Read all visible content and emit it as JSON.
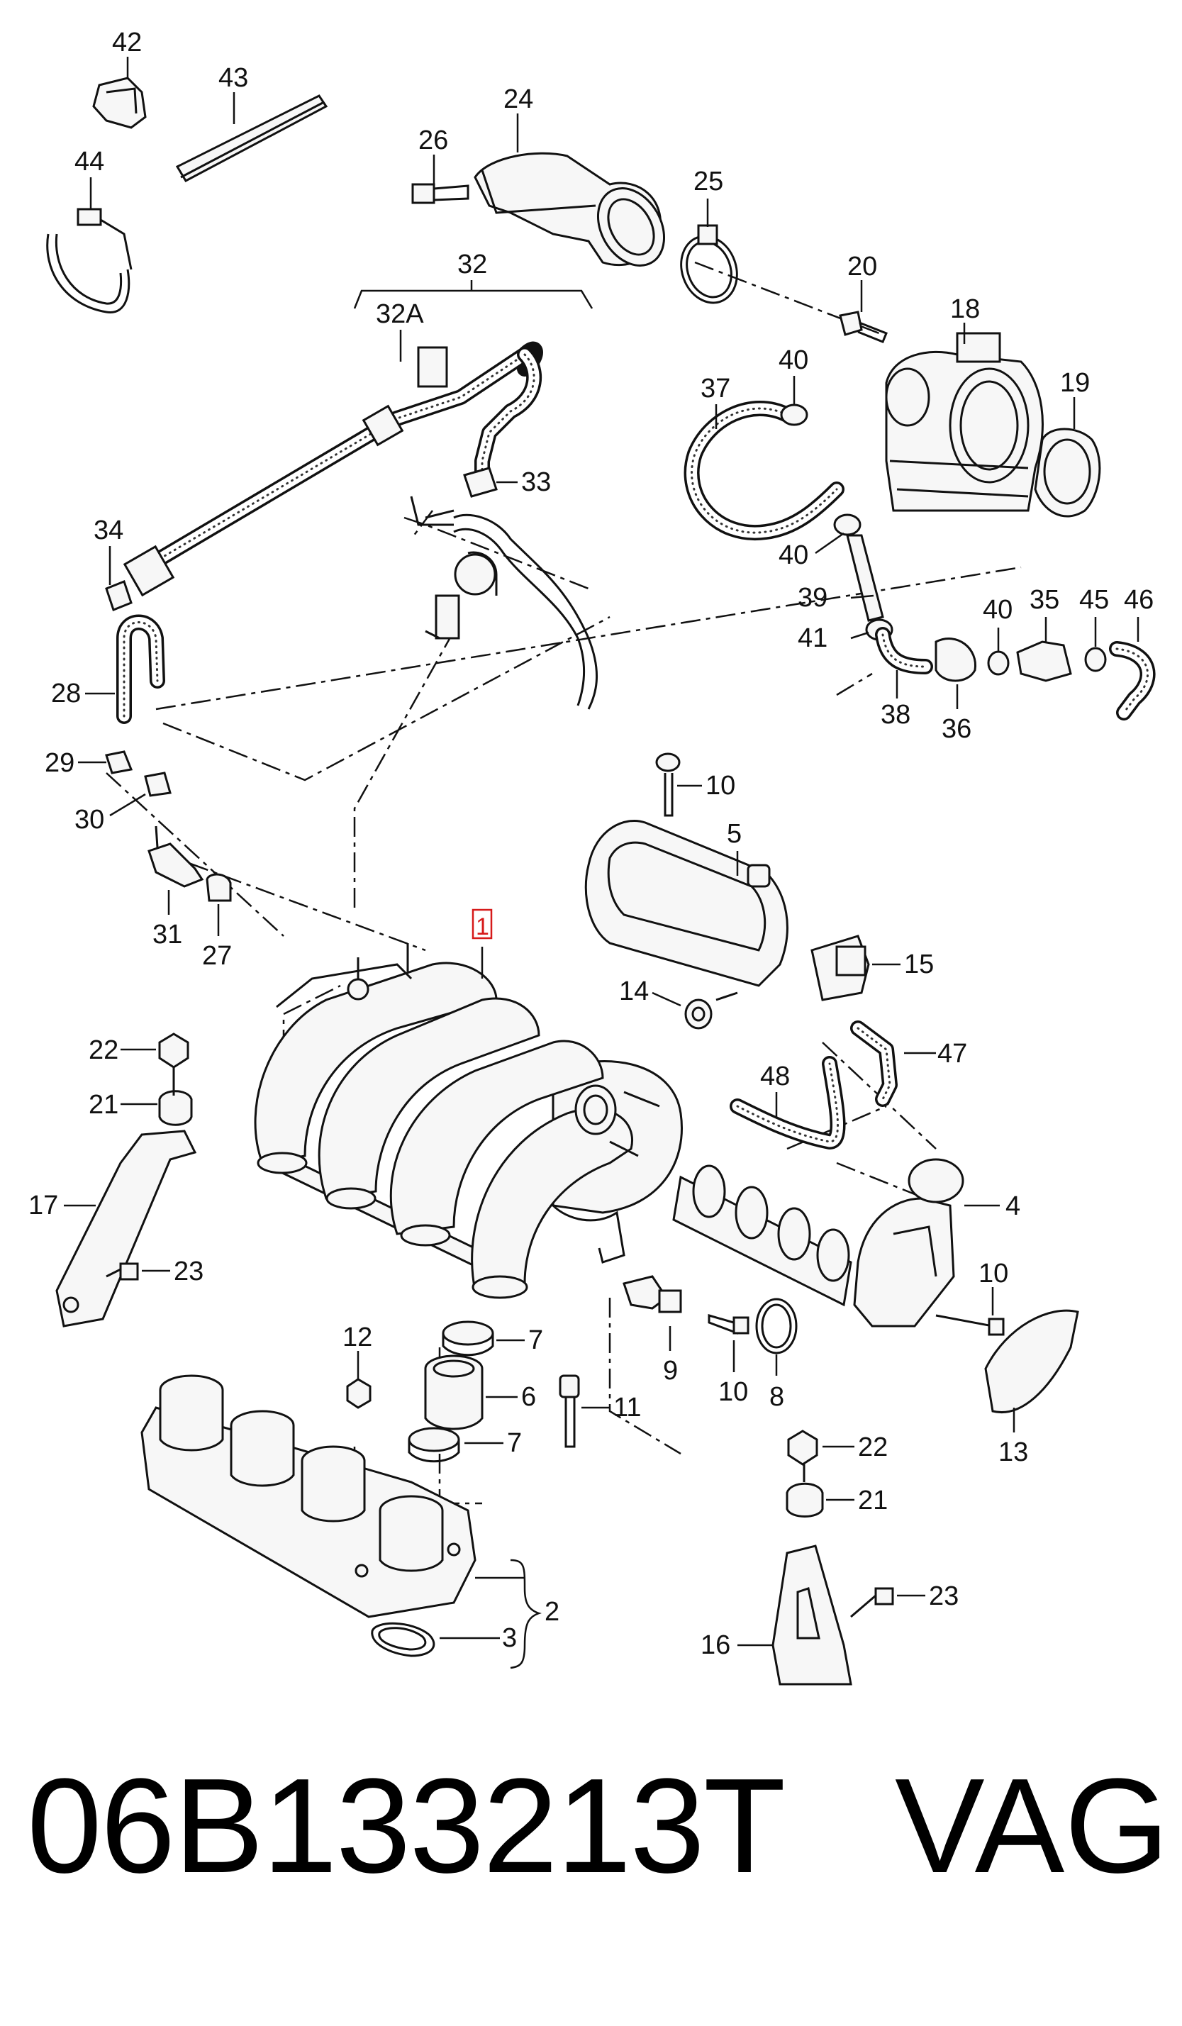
{
  "diagram": {
    "callouts": {
      "c1": "1",
      "c2": "2",
      "c3": "3",
      "c4": "4",
      "c5": "5",
      "c6": "6",
      "c7a": "7",
      "c7b": "7",
      "c8": "8",
      "c9": "9",
      "c10a": "10",
      "c10b": "10",
      "c10c": "10",
      "c11": "11",
      "c12": "12",
      "c13": "13",
      "c14": "14",
      "c15": "15",
      "c16": "16",
      "c17": "17",
      "c18": "18",
      "c19": "19",
      "c20": "20",
      "c21a": "21",
      "c21b": "21",
      "c22a": "22",
      "c22b": "22",
      "c23a": "23",
      "c23b": "23",
      "c24": "24",
      "c25": "25",
      "c26": "26",
      "c27": "27",
      "c28": "28",
      "c29": "29",
      "c30": "30",
      "c31": "31",
      "c32": "32",
      "c32a": "32A",
      "c33": "33",
      "c34": "34",
      "c35": "35",
      "c36": "36",
      "c37": "37",
      "c38": "38",
      "c39": "39",
      "c40a": "40",
      "c40b": "40",
      "c40c": "40",
      "c41": "41",
      "c42": "42",
      "c43": "43",
      "c44": "44",
      "c45": "45",
      "c46": "46",
      "c47": "47",
      "c48": "48"
    },
    "highlight_color": "#d61a1a"
  },
  "footer": {
    "part_number": "06B133213T",
    "brand": "VAG"
  }
}
